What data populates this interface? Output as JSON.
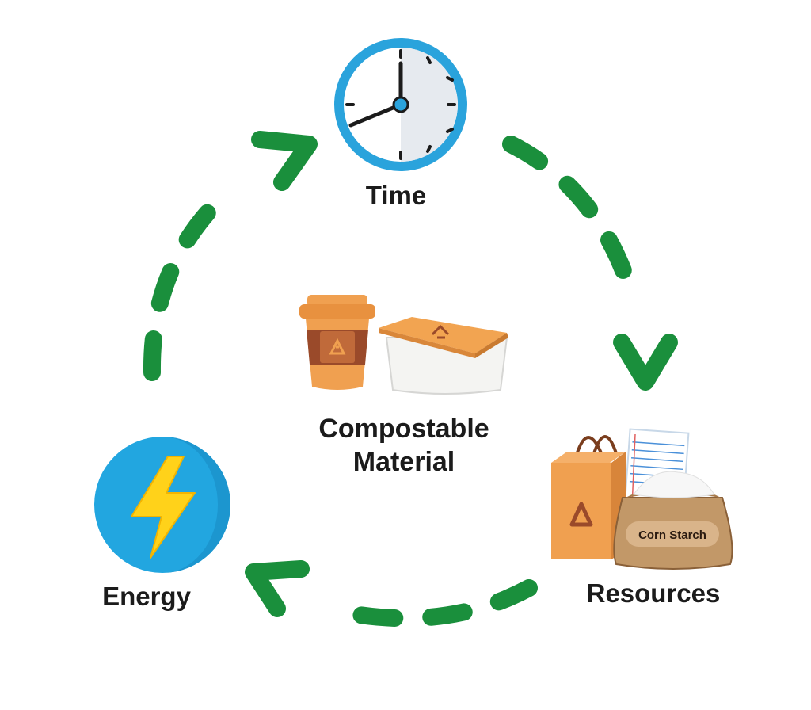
{
  "diagram": {
    "nodes": {
      "time": {
        "label": "Time",
        "icon": "clock-icon"
      },
      "center": {
        "label_line1": "Compostable",
        "label_line2": "Material",
        "icon": "compostable-cup-and-box-icon"
      },
      "energy": {
        "label": "Energy",
        "icon": "lightning-bolt-icon"
      },
      "resources": {
        "label": "Resources",
        "icon": "bag-paper-sack-icon",
        "sack_text": "Corn Starch"
      }
    },
    "cycle": [
      "Time",
      "Resources",
      "Energy"
    ],
    "colors": {
      "arrow": "#1a8f3c",
      "clock_ring": "#2aa3dc",
      "energy_circle": "#22a6e0",
      "bolt": "#ffd21a",
      "packaging_orange": "#f0a050",
      "packaging_brown": "#9a4a2a",
      "text": "#1b1b1b"
    }
  }
}
